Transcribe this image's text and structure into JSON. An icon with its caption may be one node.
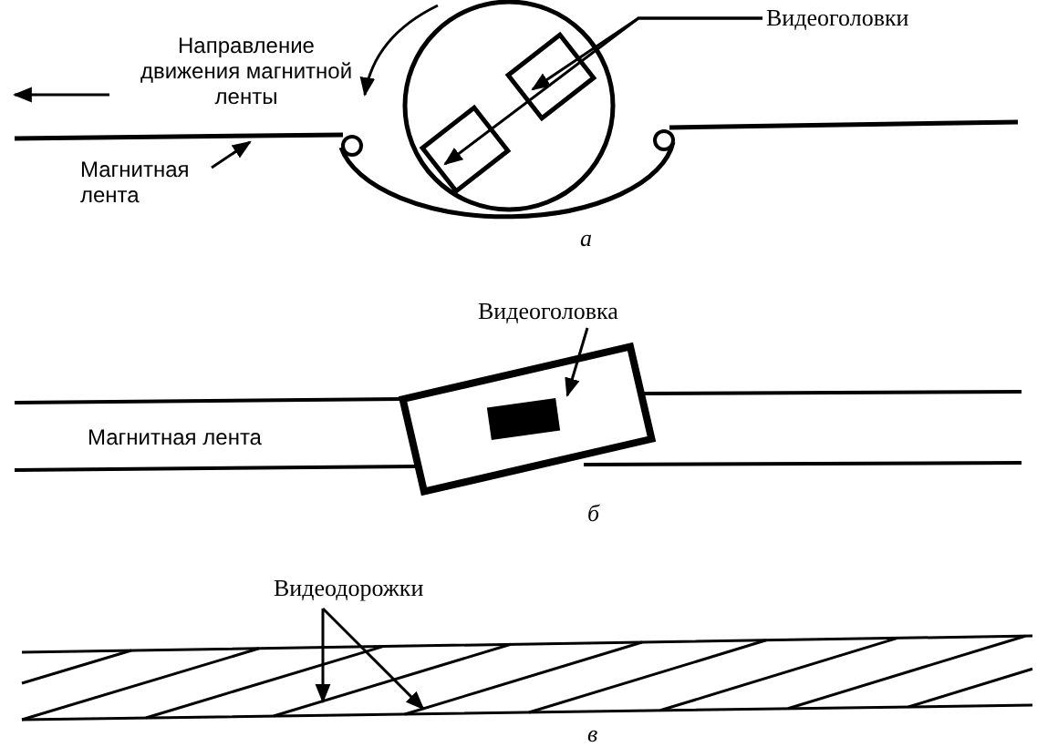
{
  "diagram": {
    "nodes": [
      {
        "text": [
          "Видеоголовки"
        ]
      },
      {
        "text": [],
        "shape": "box"
      },
      {
        "text": [],
        "shape": "box"
      },
      {
        "text": [
          "Магнитная лента"
        ]
      },
      {
        "text": [
          "Видеоголовка"
        ]
      },
      {
        "text": [],
        "shape": "box"
      },
      {
        "text": [
          "Видеодорожки"
        ]
      },
      {
        "text": [],
        "shape": "bar"
      },
      {
        "text": [],
        "shape": "bar"
      }
    ],
    "edges": [
      {
        "from": 0,
        "to": 1,
        "arrow": "to"
      },
      {
        "from": 0,
        "to": 2,
        "arrow": "to"
      },
      {
        "from": 3,
        "to": null,
        "arrow": "to"
      },
      {
        "from": 4,
        "to": 5,
        "arrow": "to"
      },
      {
        "from": 6,
        "to": 7,
        "arrow": "to"
      },
      {
        "from": 6,
        "to": 8,
        "arrow": "to"
      }
    ],
    "labels": [
      "Направление движения магнитной ленты",
      "а",
      "Магнитная лента",
      "б",
      "в"
    ]
  }
}
